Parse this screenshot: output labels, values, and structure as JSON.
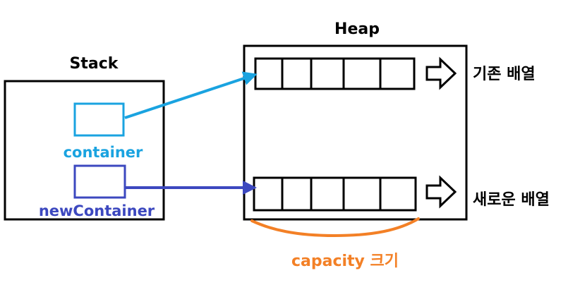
{
  "stack": {
    "title": "Stack",
    "variables": [
      {
        "label": "container",
        "color": "#1aa3e0"
      },
      {
        "label": "newContainer",
        "color": "#3c48bf"
      }
    ]
  },
  "heap": {
    "title": "Heap",
    "arrays": [
      {
        "label": "기존 배열",
        "cells": 5
      },
      {
        "label": "새로운 배열",
        "cells": 5
      }
    ]
  },
  "capacity": {
    "label": "capacity 크기",
    "color": "#f38026"
  },
  "colors": {
    "outline": "#000000",
    "background": "#ffffff"
  }
}
